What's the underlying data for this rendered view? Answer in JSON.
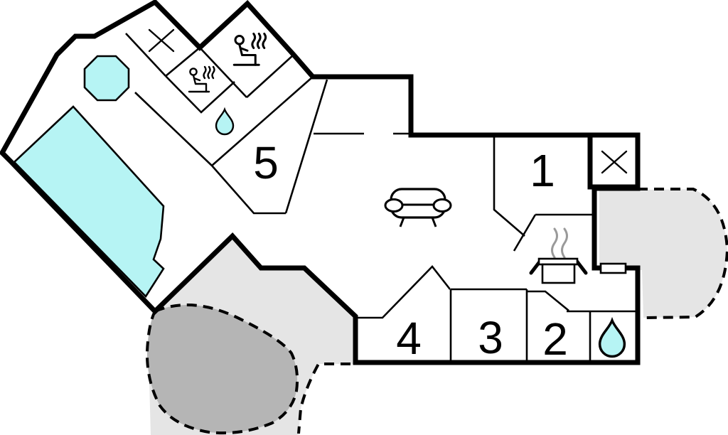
{
  "type": "floor-plan",
  "title": "Holiday home floor plan",
  "colors": {
    "background": "#ffffff",
    "wall": "#000000",
    "water": "#b6f4f4",
    "terrace": "#e5e5e5",
    "terrace_dark": "#b5b5b5"
  },
  "rooms": [
    {
      "id": "room-1",
      "label": "1"
    },
    {
      "id": "room-2",
      "label": "2"
    },
    {
      "id": "room-3",
      "label": "3"
    },
    {
      "id": "room-4",
      "label": "4"
    },
    {
      "id": "room-5",
      "label": "5"
    }
  ],
  "icons": [
    {
      "name": "window-cross-icon",
      "count": 2,
      "meaning": "window / skylight marker"
    },
    {
      "name": "sauna-person-icon",
      "count": 2,
      "meaning": "sauna"
    },
    {
      "name": "water-drop-icon",
      "count": 2,
      "meaning": "water / bathroom"
    },
    {
      "name": "hot-tub-icon",
      "count": 1,
      "meaning": "octagonal hot tub"
    },
    {
      "name": "swimming-pool",
      "count": 1,
      "meaning": "swimming pool basin"
    },
    {
      "name": "sofa-icon",
      "count": 1,
      "meaning": "living room sofa"
    },
    {
      "name": "cooking-pot-icon",
      "count": 1,
      "meaning": "kitchen stove / pot with steam"
    },
    {
      "name": "window-opening-icon",
      "count": 1,
      "meaning": "window in east wall"
    }
  ],
  "outdoor_areas": [
    {
      "name": "east-terrace",
      "style": "light gray, dashed boundary"
    },
    {
      "name": "south-terrace",
      "style": "light gray, dashed boundary"
    },
    {
      "name": "round-patio",
      "style": "dark gray, dashed boundary"
    }
  ]
}
